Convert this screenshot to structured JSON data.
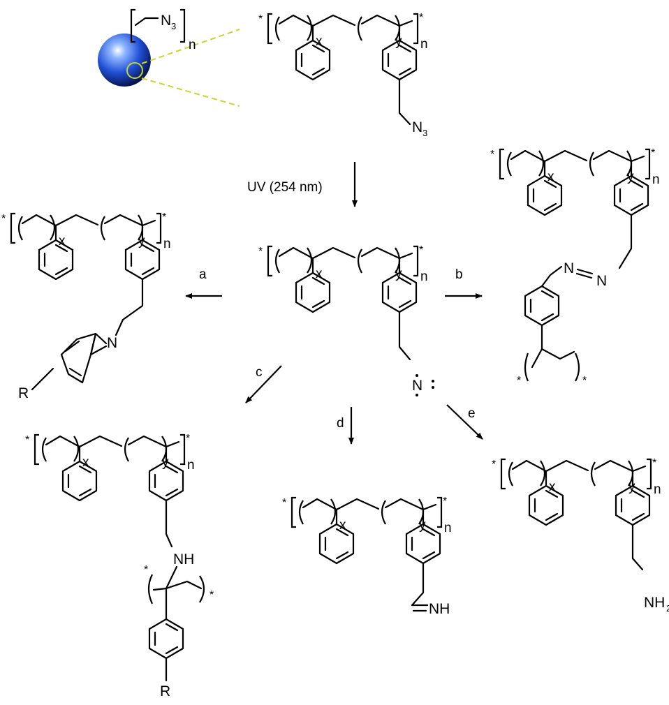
{
  "bead": {
    "azide_label": "N",
    "azide_sub": "3",
    "repeat_label": "n",
    "colors": {
      "bead": "#1f4fd6",
      "highlight": "#c9d52a"
    }
  },
  "polymer_labels": {
    "x": "x",
    "y": "y",
    "n": "n",
    "star": "*"
  },
  "azide_polymer": {
    "pendant": "N",
    "pendant_sub": "3"
  },
  "condition": {
    "text": "UV (254 nm)"
  },
  "nitrene": {
    "pendant": "N"
  },
  "pathways": {
    "a": {
      "label": "a",
      "ring_substituent": "R",
      "ring_atom": "N"
    },
    "b": {
      "label": "b",
      "azo_left": "N",
      "azo_right": "N"
    },
    "c": {
      "label": "c",
      "amine": "NH",
      "para_substituent": "R"
    },
    "d": {
      "label": "d",
      "imine": "NH"
    },
    "e": {
      "label": "e",
      "amine": "NH",
      "amine_sub": "2"
    }
  }
}
